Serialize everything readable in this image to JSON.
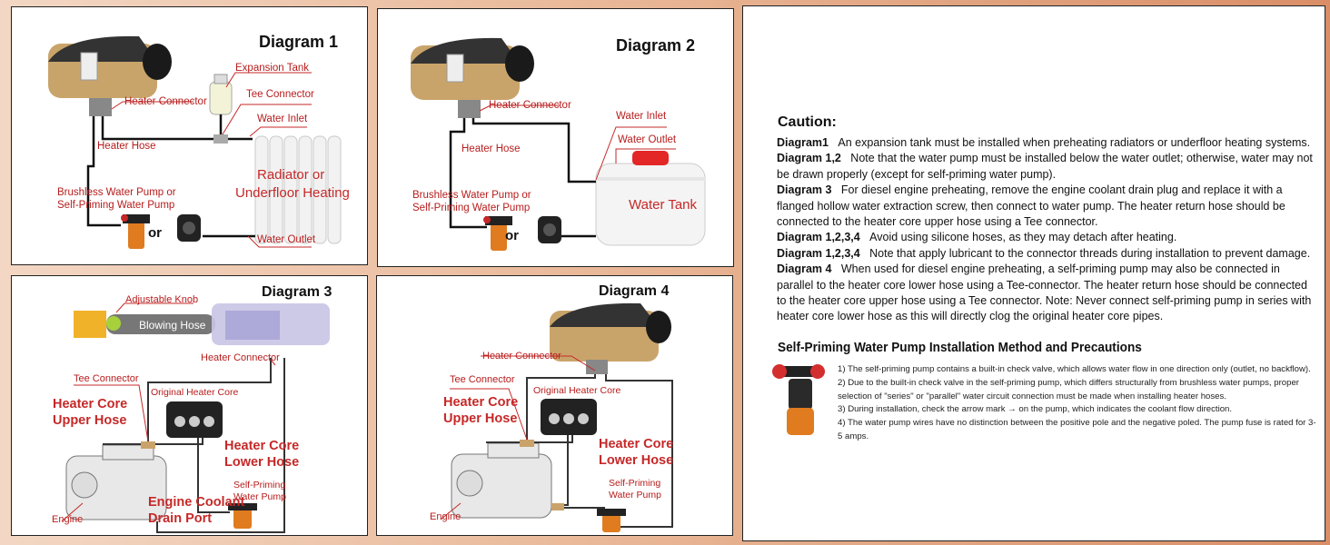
{
  "diagram1": {
    "title": "Diagram 1",
    "labels": {
      "expansion_tank": "Expansion Tank",
      "tee_connector": "Tee Connector",
      "heater_connector": "Heater Connector",
      "water_inlet": "Water Inlet",
      "heater_hose": "Heater Hose",
      "radiator_line1": "Radiator or",
      "radiator_line2": "Underfloor Heating",
      "pump_line1": "Brushless Water Pump or",
      "pump_line2": "Self-Priming Water Pump",
      "or": "or",
      "water_outlet": "Water Outlet"
    }
  },
  "diagram2": {
    "title": "Diagram 2",
    "labels": {
      "heater_connector": "Heater Connector",
      "water_inlet": "Water Inlet",
      "water_outlet": "Water Outlet",
      "heater_hose": "Heater Hose",
      "water_tank": "Water Tank",
      "pump_line1": "Brushless Water Pump or",
      "pump_line2": "Self-Priming Water Pump",
      "or": "or"
    }
  },
  "diagram3": {
    "title": "Diagram 3",
    "labels": {
      "adjustable_knob": "Adjustable Knob",
      "blowing_hose": "Blowing Hose",
      "heater_connector": "Heater Connector",
      "tee_connector": "Tee Connector",
      "original_heater_core": "Original Heater Core",
      "upper_hose_line1": "Heater Core",
      "upper_hose_line2": "Upper Hose",
      "lower_hose_line1": "Heater Core",
      "lower_hose_line2": "Lower Hose",
      "pump_line1": "Self-Priming",
      "pump_line2": "Water Pump",
      "drain_line1": "Engine Coolant",
      "drain_line2": "Drain Port",
      "engine": "Engine"
    }
  },
  "diagram4": {
    "title": "Diagram 4",
    "labels": {
      "heater_connector": "Heater Connector",
      "tee_connector": "Tee Connector",
      "original_heater_core": "Original Heater Core",
      "upper_hose_line1": "Heater Core",
      "upper_hose_line2": "Upper Hose",
      "lower_hose_line1": "Heater Core",
      "lower_hose_line2": "Lower Hose",
      "pump_line1": "Self-Priming",
      "pump_line2": "Water Pump",
      "engine": "Engine"
    }
  },
  "caution": {
    "title": "Caution:",
    "items": [
      {
        "tag": "Diagram1",
        "text": "An expansion tank must be installed when preheating radiators or underfloor heating systems."
      },
      {
        "tag": "Diagram 1,2",
        "text": "Note that the water pump must be installed below the water outlet; otherwise, water may not be drawn properly (except for self-priming water pump)."
      },
      {
        "tag": "Diagram 3",
        "text": "For diesel engine preheating, remove the engine coolant drain plug and replace it with a flanged hollow water extraction screw, then connect to water pump. The heater return hose should be connected to the heater core upper hose using a Tee connector."
      },
      {
        "tag": "Diagram 1,2,3,4",
        "text": "Avoid using silicone hoses, as they may detach after heating."
      },
      {
        "tag": "Diagram 1,2,3,4",
        "text": "Note that apply lubricant to the connector threads during installation to prevent damage."
      },
      {
        "tag": "Diagram 4",
        "text": "When used for diesel engine preheating, a self-priming pump may also be connected in parallel to the heater core lower hose using a Tee-connector. The heater return hose should be connected to the heater core upper hose using a Tee connector. Note: Never connect self-priming pump in series with heater core lower hose as this will directly clog the original heater core pipes."
      }
    ]
  },
  "self_priming": {
    "title": "Self-Priming Water Pump Installation Method and Precautions",
    "items": [
      "1) The self-priming pump contains a built-in check valve, which allows water flow in one direction only (outlet, no backflow).",
      "2) Due to the built-in check valve in the self-priming pump, which differs structurally from brushless water pumps, proper selection of \"series\" or \"parallel\" water circuit connection must be made when installing heater hoses.",
      "3) During installation, check the arrow mark → on the pump, which indicates the coolant flow direction.",
      "4) The water pump wires have no distinction between the positive pole and the negative poled. The pump fuse is rated for 3-5 amps."
    ]
  },
  "colors": {
    "label_red": "#c62828",
    "hose_black": "#111111",
    "heater_gold": "#c9a46a"
  }
}
